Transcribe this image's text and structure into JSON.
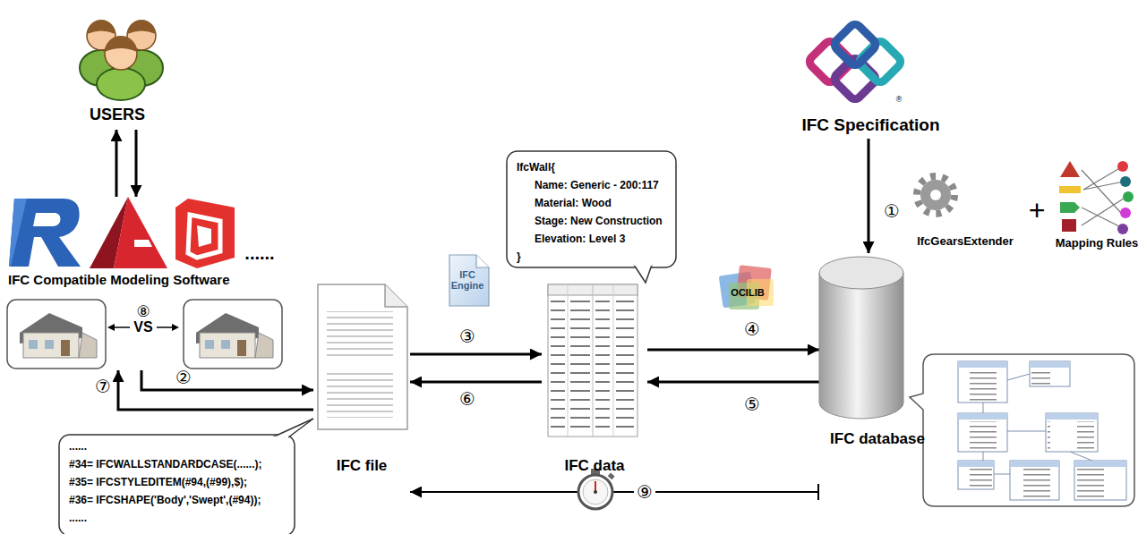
{
  "diagram": {
    "nodes": [
      {
        "text": [
          "USERS"
        ]
      },
      {
        "text": [
          "IFC Compatible Modeling Software"
        ]
      },
      {
        "text": [
          "IFC file"
        ]
      },
      {
        "text": [
          "......",
          "#34= IFCWALLSTANDARDCASE(......);",
          "#35= IFCSTYLEDITEM(#94,(#99),$);",
          "#36= IFCSHAPE('Body','Swept',(#94));",
          "......"
        ]
      },
      {
        "text": [
          "IFC data"
        ]
      },
      {
        "text": [
          "IfcWall{",
          "Name: Generic - 200:117",
          "Material: Wood",
          "Stage: New Construction",
          "Elevation: Level 3",
          "}"
        ]
      },
      {
        "text": [
          "IFC database"
        ]
      },
      {
        "text": [
          "IFC Specification"
        ]
      }
    ],
    "edges": [
      {
        "from": 1,
        "to": 0,
        "arrow": "to"
      },
      {
        "from": 0,
        "to": 1,
        "arrow": "to"
      },
      {
        "from": 1,
        "to": 2,
        "arrow": "to"
      },
      {
        "from": 2,
        "to": 1,
        "arrow": "to"
      },
      {
        "from": 2,
        "to": 4,
        "arrow": "to"
      },
      {
        "from": 4,
        "to": 2,
        "arrow": "to"
      },
      {
        "from": 4,
        "to": 6,
        "arrow": "to"
      },
      {
        "from": 6,
        "to": 4,
        "arrow": "to"
      },
      {
        "from": 7,
        "to": 6,
        "arrow": "to"
      },
      {
        "from": 6,
        "to": 2,
        "arrow": "to"
      }
    ],
    "labels": [
      "......",
      "®",
      "⑧",
      "VS",
      "IFC Engine",
      "OCILIB",
      "IfcGearsExtender",
      "+",
      "Mapping Rules",
      "①",
      "②",
      "③",
      "④",
      "⑤",
      "⑥",
      "⑦",
      "⑨"
    ]
  }
}
